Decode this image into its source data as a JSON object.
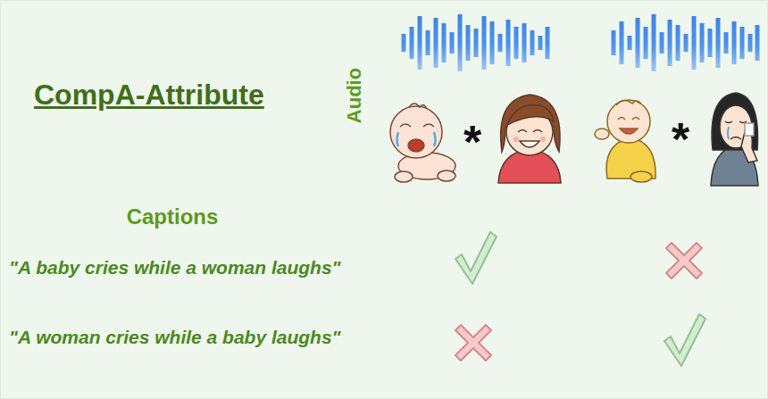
{
  "diagram": {
    "title": "CompA-Attribute",
    "labels": [
      "Audio",
      "Captions",
      "\"A baby cries while a woman laughs\"",
      "\"A woman cries while a baby laughs\"",
      "*",
      "*"
    ]
  }
}
